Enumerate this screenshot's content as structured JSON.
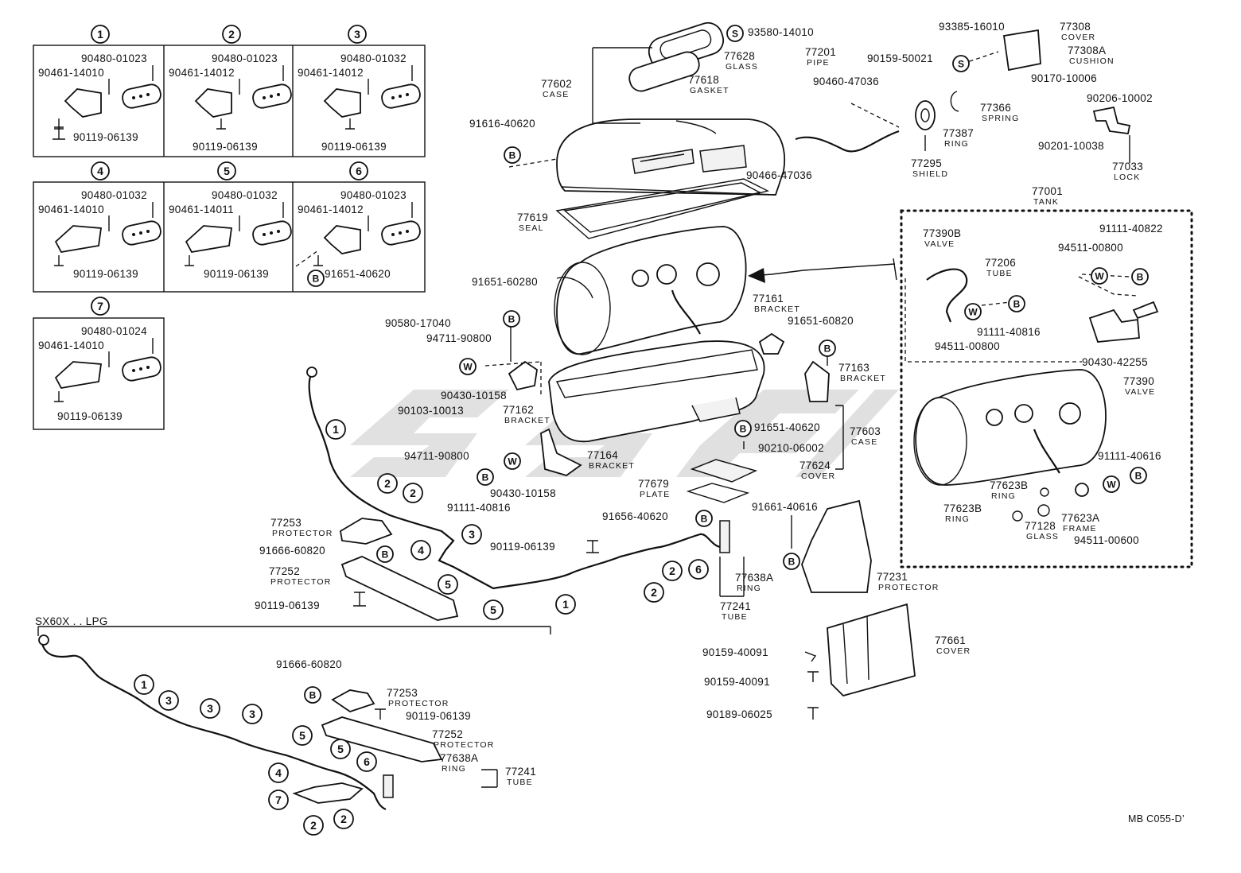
{
  "doc_code": "MB C055-D’",
  "variant_label": "SX60X . . LPG",
  "watermark": "ssf",
  "inset_boxes": [
    {
      "num": "1",
      "p1": "90480-01023",
      "p2": "90461-14010",
      "p3": "90119-06139"
    },
    {
      "num": "2",
      "p1": "90480-01023",
      "p2": "90461-14012",
      "p3": "90119-06139"
    },
    {
      "num": "3",
      "p1": "90480-01032",
      "p2": "90461-14012",
      "p3": "90119-06139"
    },
    {
      "num": "4",
      "p1": "90480-01032",
      "p2": "90461-14010",
      "p3": "90119-06139"
    },
    {
      "num": "5",
      "p1": "90480-01032",
      "p2": "90461-14011",
      "p3": "90119-06139"
    },
    {
      "num": "6",
      "p1": "90480-01023",
      "p2": "90461-14012",
      "p3": "91651-40620"
    },
    {
      "num": "7",
      "p1": "90480-01024",
      "p2": "90461-14010",
      "p3": "90119-06139"
    }
  ],
  "callouts": {
    "c1": "1",
    "c2": "2",
    "c3": "3",
    "c4": "4",
    "c5": "5",
    "c6": "6",
    "c7": "7",
    "S": "S",
    "B": "B",
    "W": "W"
  },
  "labels": [
    {
      "id": "l_93580",
      "pn": "93580-14010",
      "name": ""
    },
    {
      "id": "l_77628",
      "pn": "77628",
      "name": "GLASS"
    },
    {
      "id": "l_77618",
      "pn": "77618",
      "name": "GASKET"
    },
    {
      "id": "l_77602",
      "pn": "77602",
      "name": "CASE"
    },
    {
      "id": "l_91616",
      "pn": "91616-40620",
      "name": ""
    },
    {
      "id": "l_77201",
      "pn": "77201",
      "name": "PIPE"
    },
    {
      "id": "l_90159a",
      "pn": "90159-50021",
      "name": ""
    },
    {
      "id": "l_90460",
      "pn": "90460-47036",
      "name": ""
    },
    {
      "id": "l_93385",
      "pn": "93385-16010",
      "name": ""
    },
    {
      "id": "l_77308",
      "pn": "77308",
      "name": "COVER"
    },
    {
      "id": "l_77308A",
      "pn": "77308A",
      "name": "CUSHION"
    },
    {
      "id": "l_90170",
      "pn": "90170-10006",
      "name": ""
    },
    {
      "id": "l_77366",
      "pn": "77366",
      "name": "SPRING"
    },
    {
      "id": "l_77387",
      "pn": "77387",
      "name": "RING"
    },
    {
      "id": "l_77295",
      "pn": "77295",
      "name": "SHIELD"
    },
    {
      "id": "l_90206",
      "pn": "90206-10002",
      "name": ""
    },
    {
      "id": "l_90201",
      "pn": "90201-10038",
      "name": ""
    },
    {
      "id": "l_77033",
      "pn": "77033",
      "name": "LOCK"
    },
    {
      "id": "l_90466",
      "pn": "90466-47036",
      "name": ""
    },
    {
      "id": "l_77001",
      "pn": "77001",
      "name": "TANK"
    },
    {
      "id": "l_77619",
      "pn": "77619",
      "name": "SEAL"
    },
    {
      "id": "l_77390B",
      "pn": "77390B",
      "name": "VALVE"
    },
    {
      "id": "l_77206",
      "pn": "77206",
      "name": "TUBE"
    },
    {
      "id": "l_91111a",
      "pn": "91111-40822",
      "name": ""
    },
    {
      "id": "l_94511a",
      "pn": "94511-00800",
      "name": ""
    },
    {
      "id": "l_91651a",
      "pn": "91651-60280",
      "name": ""
    },
    {
      "id": "l_91111b",
      "pn": "91111-40816",
      "name": ""
    },
    {
      "id": "l_94511b",
      "pn": "94511-00800",
      "name": ""
    },
    {
      "id": "l_90430a",
      "pn": "90430-42255",
      "name": ""
    },
    {
      "id": "l_77390",
      "pn": "77390",
      "name": "VALVE"
    },
    {
      "id": "l_77161",
      "pn": "77161",
      "name": "BRACKET"
    },
    {
      "id": "l_91651b",
      "pn": "91651-60820",
      "name": ""
    },
    {
      "id": "l_90580",
      "pn": "90580-17040",
      "name": ""
    },
    {
      "id": "l_94711a",
      "pn": "94711-90800",
      "name": ""
    },
    {
      "id": "l_77163",
      "pn": "77163",
      "name": "BRACKET"
    },
    {
      "id": "l_90430b",
      "pn": "90430-10158",
      "name": ""
    },
    {
      "id": "l_90103",
      "pn": "90103-10013",
      "name": ""
    },
    {
      "id": "l_77162",
      "pn": "77162",
      "name": "BRACKET"
    },
    {
      "id": "l_91651c",
      "pn": "91651-40620",
      "name": ""
    },
    {
      "id": "l_77603",
      "pn": "77603",
      "name": "CASE"
    },
    {
      "id": "l_90210",
      "pn": "90210-06002",
      "name": ""
    },
    {
      "id": "l_94711b",
      "pn": "94711-90800",
      "name": ""
    },
    {
      "id": "l_77164",
      "pn": "77164",
      "name": "BRACKET"
    },
    {
      "id": "l_77624",
      "pn": "77624",
      "name": "COVER"
    },
    {
      "id": "l_91111c",
      "pn": "91111-40616",
      "name": ""
    },
    {
      "id": "l_90430c",
      "pn": "90430-10158",
      "name": ""
    },
    {
      "id": "l_91111d",
      "pn": "91111-40816",
      "name": ""
    },
    {
      "id": "l_77679",
      "pn": "77679",
      "name": "PLATE"
    },
    {
      "id": "l_77623Ba",
      "pn": "77623B",
      "name": "RING"
    },
    {
      "id": "l_77623Bb",
      "pn": "77623B",
      "name": "RING"
    },
    {
      "id": "l_77128",
      "pn": "77128",
      "name": "GLASS"
    },
    {
      "id": "l_77623A",
      "pn": "77623A",
      "name": "FRAME"
    },
    {
      "id": "l_94511c",
      "pn": "94511-00600",
      "name": ""
    },
    {
      "id": "l_91656",
      "pn": "91656-40620",
      "name": ""
    },
    {
      "id": "l_91661",
      "pn": "91661-40616",
      "name": ""
    },
    {
      "id": "l_77253a",
      "pn": "77253",
      "name": "PROTECTOR"
    },
    {
      "id": "l_91666a",
      "pn": "91666-60820",
      "name": ""
    },
    {
      "id": "l_77252a",
      "pn": "77252",
      "name": "PROTECTOR"
    },
    {
      "id": "l_90119a",
      "pn": "90119-06139",
      "name": ""
    },
    {
      "id": "l_90119b",
      "pn": "90119-06139",
      "name": ""
    },
    {
      "id": "l_77638Aa",
      "pn": "77638A",
      "name": "RING"
    },
    {
      "id": "l_77241a",
      "pn": "77241",
      "name": "TUBE"
    },
    {
      "id": "l_77231",
      "pn": "77231",
      "name": "PROTECTOR"
    },
    {
      "id": "l_77661",
      "pn": "77661",
      "name": "COVER"
    },
    {
      "id": "l_90159b",
      "pn": "90159-40091",
      "name": ""
    },
    {
      "id": "l_90159c",
      "pn": "90159-40091",
      "name": ""
    },
    {
      "id": "l_90189",
      "pn": "90189-06025",
      "name": ""
    },
    {
      "id": "l_91666b",
      "pn": "91666-60820",
      "name": ""
    },
    {
      "id": "l_77253b",
      "pn": "77253",
      "name": "PROTECTOR"
    },
    {
      "id": "l_90119c",
      "pn": "90119-06139",
      "name": ""
    },
    {
      "id": "l_77252b",
      "pn": "77252",
      "name": "PROTECTOR"
    },
    {
      "id": "l_77638Ab",
      "pn": "77638A",
      "name": "RING"
    },
    {
      "id": "l_77241b",
      "pn": "77241",
      "name": "TUBE"
    }
  ]
}
